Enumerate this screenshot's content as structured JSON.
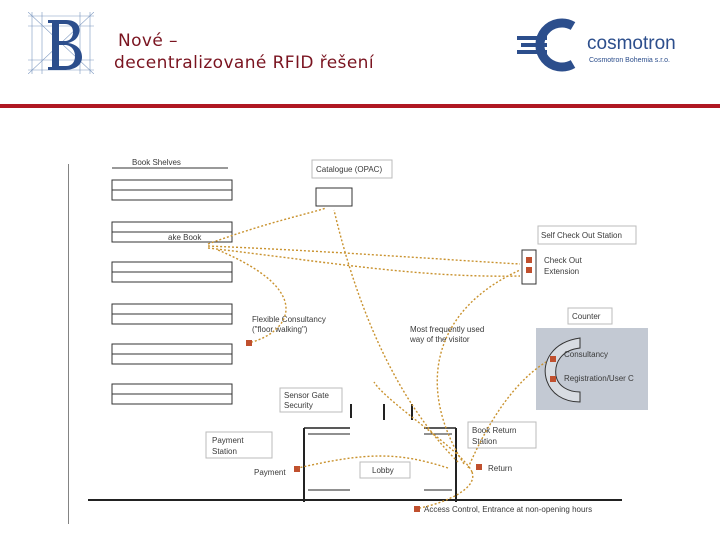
{
  "header": {
    "title_line1": "Nové –",
    "title_line2": "decentralizované RFID řešení",
    "logo_right_name": "cosmotron",
    "logo_right_sub": "Cosmotron Bohemia s.r.o."
  },
  "diagram": {
    "book_shelves": "Book Shelves",
    "catalogue": "Catalogue (OPAC)",
    "take_book": "ake Book",
    "self_checkout": "Self Check Out Station",
    "check_out": "Check Out",
    "extension": "Extension",
    "flexible_1": "Flexible Consultancy",
    "flexible_2": "(\"floor walking\")",
    "most_freq_1": "Most frequently used",
    "most_freq_2": "way of the visitor",
    "counter": "Counter",
    "consultancy": "Consultancy",
    "registration": "Registration/User C",
    "sensor_gate_1": "Sensor Gate",
    "sensor_gate_2": "Security",
    "payment_station_1": "Payment",
    "payment_station_2": "Station",
    "payment": "Payment",
    "lobby": "Lobby",
    "book_return_1": "Book Return",
    "book_return_2": "Station",
    "return": "Return",
    "access_control": "Access Control, Entrance at non-opening hours"
  },
  "colors": {
    "title": "#7a1420",
    "rule": "#b01822",
    "logo_blue": "#2c4e8c",
    "path": "#c9922e",
    "marker": "#c0502e",
    "counter_area": "#c3c9d3"
  }
}
